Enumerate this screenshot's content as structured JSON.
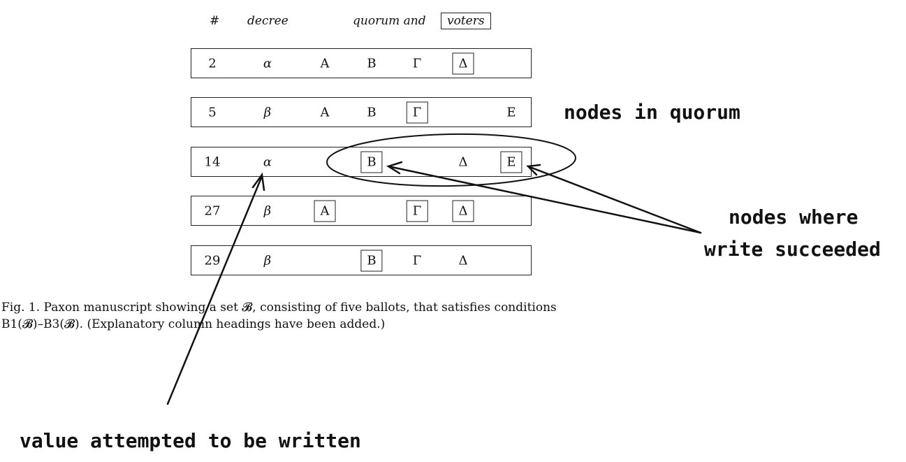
{
  "headers": {
    "number": "#",
    "decree": "decree",
    "quorum": "quorum and",
    "voters": "voters"
  },
  "rows": [
    {
      "number": "2",
      "decree": "α",
      "cells": [
        {
          "t": "A",
          "box": false
        },
        {
          "t": "B",
          "box": false
        },
        {
          "t": "Γ",
          "box": false
        },
        {
          "t": "Δ",
          "box": true
        },
        null
      ]
    },
    {
      "number": "5",
      "decree": "β",
      "cells": [
        {
          "t": "A",
          "box": false
        },
        {
          "t": "B",
          "box": false
        },
        {
          "t": "Γ",
          "box": true
        },
        null,
        {
          "t": "E",
          "box": false
        }
      ]
    },
    {
      "number": "14",
      "decree": "α",
      "cells": [
        null,
        {
          "t": "B",
          "box": true
        },
        null,
        {
          "t": "Δ",
          "box": false
        },
        {
          "t": "E",
          "box": true
        }
      ]
    },
    {
      "number": "27",
      "decree": "β",
      "cells": [
        {
          "t": "A",
          "box": true
        },
        null,
        {
          "t": "Γ",
          "box": true
        },
        {
          "t": "Δ",
          "box": true
        },
        null
      ]
    },
    {
      "number": "29",
      "decree": "β",
      "cells": [
        null,
        {
          "t": "B",
          "box": true
        },
        {
          "t": "Γ",
          "box": false
        },
        {
          "t": "Δ",
          "box": false
        },
        null
      ]
    }
  ],
  "caption": {
    "line1": "Fig. 1.  Paxon manuscript showing a set 𝓑, consisting of five ballots, that satisfies conditions",
    "line2": "B1(𝓑)–B3(𝓑). (Explanatory column headings have been added.)"
  },
  "annotations": {
    "quorum": "nodes in quorum",
    "succeeded_1": "nodes where",
    "succeeded_2": "write succeeded",
    "value": "value attempted to be written"
  }
}
